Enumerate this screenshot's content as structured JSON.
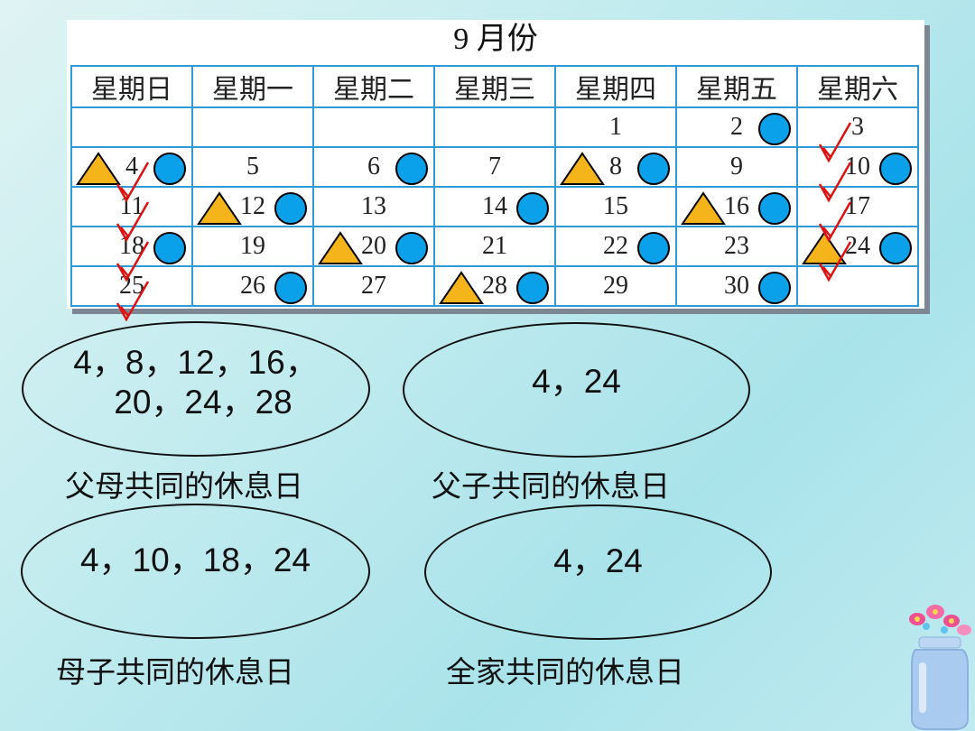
{
  "calendar": {
    "title": "9 月份",
    "weekdays": [
      "星期日",
      "星期一",
      "星期二",
      "星期三",
      "星期四",
      "星期五",
      "星期六"
    ],
    "weeks": [
      [
        {
          "d": ""
        },
        {
          "d": ""
        },
        {
          "d": ""
        },
        {
          "d": ""
        },
        {
          "d": "1"
        },
        {
          "d": "2",
          "circle": true
        },
        {
          "d": "3",
          "check": true
        }
      ],
      [
        {
          "d": "4",
          "tri": true,
          "circle": true,
          "check": true
        },
        {
          "d": "5"
        },
        {
          "d": "6",
          "circle": true
        },
        {
          "d": "7"
        },
        {
          "d": "8",
          "tri": true,
          "circle": true
        },
        {
          "d": "9"
        },
        {
          "d": "10",
          "circle": true,
          "check": true
        }
      ],
      [
        {
          "d": "11",
          "check": true
        },
        {
          "d": "12",
          "tri": true,
          "circle": true
        },
        {
          "d": "13"
        },
        {
          "d": "14",
          "circle": true
        },
        {
          "d": "15"
        },
        {
          "d": "16",
          "tri": true,
          "circle": true
        },
        {
          "d": "17",
          "check": true
        }
      ],
      [
        {
          "d": "18",
          "circle": true,
          "check": true
        },
        {
          "d": "19"
        },
        {
          "d": "20",
          "tri": true,
          "circle": true
        },
        {
          "d": "21"
        },
        {
          "d": "22",
          "circle": true
        },
        {
          "d": "23"
        },
        {
          "d": "24",
          "tri": true,
          "circle": true,
          "check": true
        }
      ],
      [
        {
          "d": "25",
          "check": true
        },
        {
          "d": "26",
          "circle": true
        },
        {
          "d": "27"
        },
        {
          "d": "28",
          "tri": true,
          "circle": true
        },
        {
          "d": "29"
        },
        {
          "d": "30",
          "circle": true
        },
        {
          "d": ""
        }
      ]
    ],
    "marker_colors": {
      "circle": "#0aa0ea",
      "triangle": "#f5b41a",
      "check": "#e01010"
    }
  },
  "groups": {
    "parents": {
      "line1": "4，8，12，16，",
      "line2": "20，24，28",
      "caption": "父母共同的休息日"
    },
    "father_child": {
      "value": "4，24",
      "caption": "父子共同的休息日"
    },
    "mother_child": {
      "value": "4，10，18，24",
      "caption": "母子共同的休息日"
    },
    "family": {
      "value": "4，24",
      "caption": "全家共同的休息日"
    }
  }
}
